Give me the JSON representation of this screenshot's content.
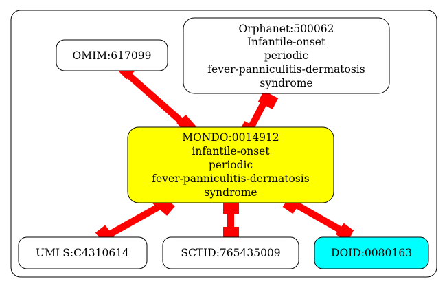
{
  "diagram": {
    "nodes": {
      "center": {
        "id": "MONDO:0014912",
        "lines": [
          "MONDO:0014912",
          "infantile-onset",
          "periodic",
          "fever-panniculitis-dermatosis",
          "syndrome"
        ],
        "fill": "#ffff00"
      },
      "omim": {
        "id": "OMIM:617099",
        "lines": [
          "OMIM:617099"
        ],
        "fill": "#ffffff"
      },
      "orphanet": {
        "id": "Orphanet:500062",
        "lines": [
          "Orphanet:500062",
          "Infantile-onset",
          "periodic",
          "fever-panniculitis-dermatosis",
          "syndrome"
        ],
        "fill": "#ffffff"
      },
      "umls": {
        "id": "UMLS:C4310614",
        "lines": [
          "UMLS:C4310614"
        ],
        "fill": "#ffffff"
      },
      "sctid": {
        "id": "SCTID:765435009",
        "lines": [
          "SCTID:765435009"
        ],
        "fill": "#ffffff"
      },
      "doid": {
        "id": "DOID:0080163",
        "lines": [
          "DOID:0080163"
        ],
        "fill": "#00ffff"
      }
    },
    "edges": [
      {
        "from": "omim",
        "to": "center"
      },
      {
        "from": "orphanet",
        "to": "center"
      },
      {
        "from": "center",
        "to": "umls"
      },
      {
        "from": "center",
        "to": "sctid"
      },
      {
        "from": "center",
        "to": "doid"
      }
    ],
    "colors": {
      "edge": "#ff0000",
      "border": "#000000",
      "background": "#ffffff"
    }
  }
}
